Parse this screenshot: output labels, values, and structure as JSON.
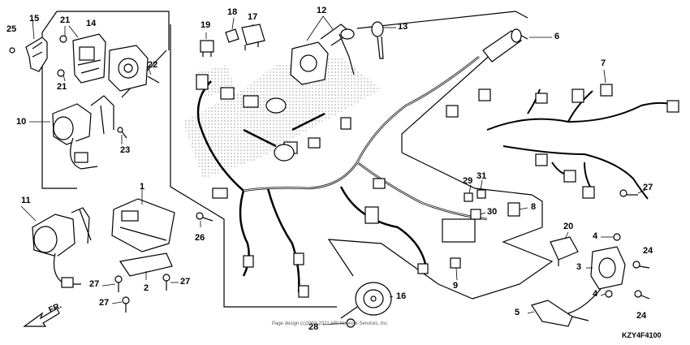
{
  "diagram_code": "KZY4F4100",
  "front_marker": "FR.",
  "copyright": "Page design (c)2004-2021 ARI Network Services, Inc.",
  "callouts": {
    "c1": "1",
    "c2": "2",
    "c3": "3",
    "c4a": "4",
    "c4b": "4",
    "c5": "5",
    "c6": "6",
    "c7": "7",
    "c8": "8",
    "c9": "9",
    "c10": "10",
    "c11": "11",
    "c12": "12",
    "c13": "13",
    "c14": "14",
    "c15": "15",
    "c16": "16",
    "c17": "17",
    "c18": "18",
    "c19": "19",
    "c20": "20",
    "c21a": "21",
    "c21b": "21",
    "c22": "22",
    "c23": "23",
    "c24a": "24",
    "c24b": "24",
    "c25": "25",
    "c26": "26",
    "c27a": "27",
    "c27b": "27",
    "c27c": "27",
    "c27d": "27",
    "c28": "28",
    "c29": "29",
    "c30": "30",
    "c31": "31"
  }
}
